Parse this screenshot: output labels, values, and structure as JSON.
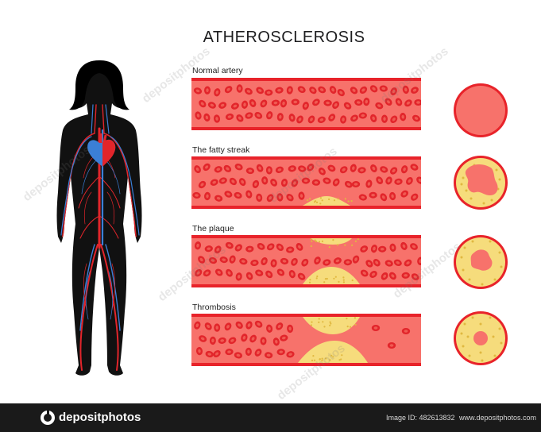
{
  "title": "ATHEROSCLEROSIS",
  "stages": [
    {
      "label": "Normal artery",
      "lumen_open_fraction": 1.0
    },
    {
      "label": "The fatty streak",
      "lumen_open_fraction": 0.75
    },
    {
      "label": "The plaque",
      "lumen_open_fraction": 0.45
    },
    {
      "label": "Thrombosis",
      "lumen_open_fraction": 0.25
    }
  ],
  "watermark_text": "depositphotos",
  "footer": {
    "brand": "depositphotos",
    "image_id": "Image ID: 482613832",
    "url": "www.depositphotos.com"
  },
  "colors": {
    "artery_wall": "#e8232a",
    "blood_plasma": "#f7726b",
    "red_cell": "#e2252b",
    "red_cell_center": "#f05a52",
    "plaque": "#f6dc7c",
    "plaque_dots": "#e0b840",
    "vein": "#3b7fd6",
    "body": "#111111",
    "footer_bg": "#1a1a1a"
  }
}
